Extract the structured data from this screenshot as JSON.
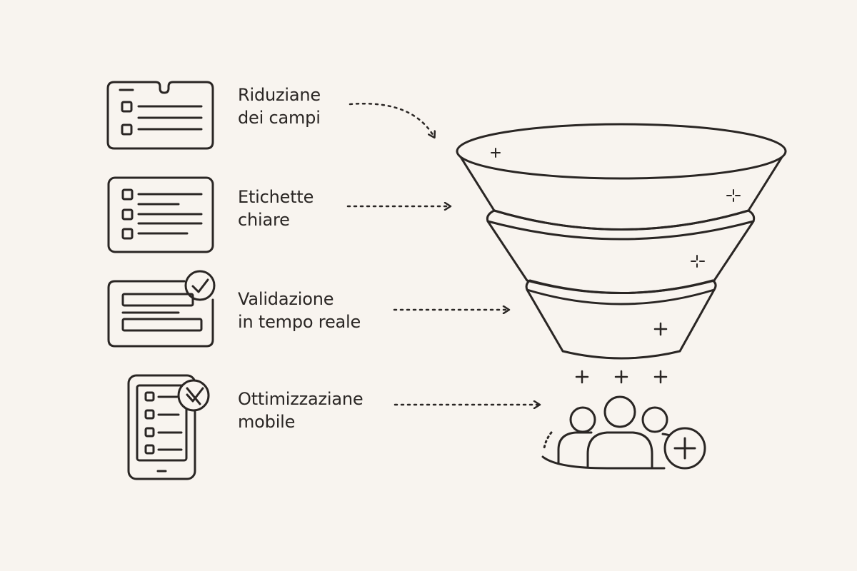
{
  "background_color": "#f8f4ef",
  "ink_color": "#2a2624",
  "items": [
    {
      "line1": "Riduziane",
      "line2": "dei campi",
      "icon": "form-folder-icon"
    },
    {
      "line1": "Etichette",
      "line2": "chiare",
      "icon": "checklist-form-icon"
    },
    {
      "line1": "Validazione",
      "line2": "in tempo reale",
      "icon": "validated-form-icon"
    },
    {
      "line1": "Ottimizzaziane",
      "line2": "mobile",
      "icon": "mobile-form-icon"
    }
  ],
  "funnel": {
    "stages": 3,
    "icon": "funnel-icon"
  },
  "result": {
    "icon": "users-group-add-icon"
  }
}
